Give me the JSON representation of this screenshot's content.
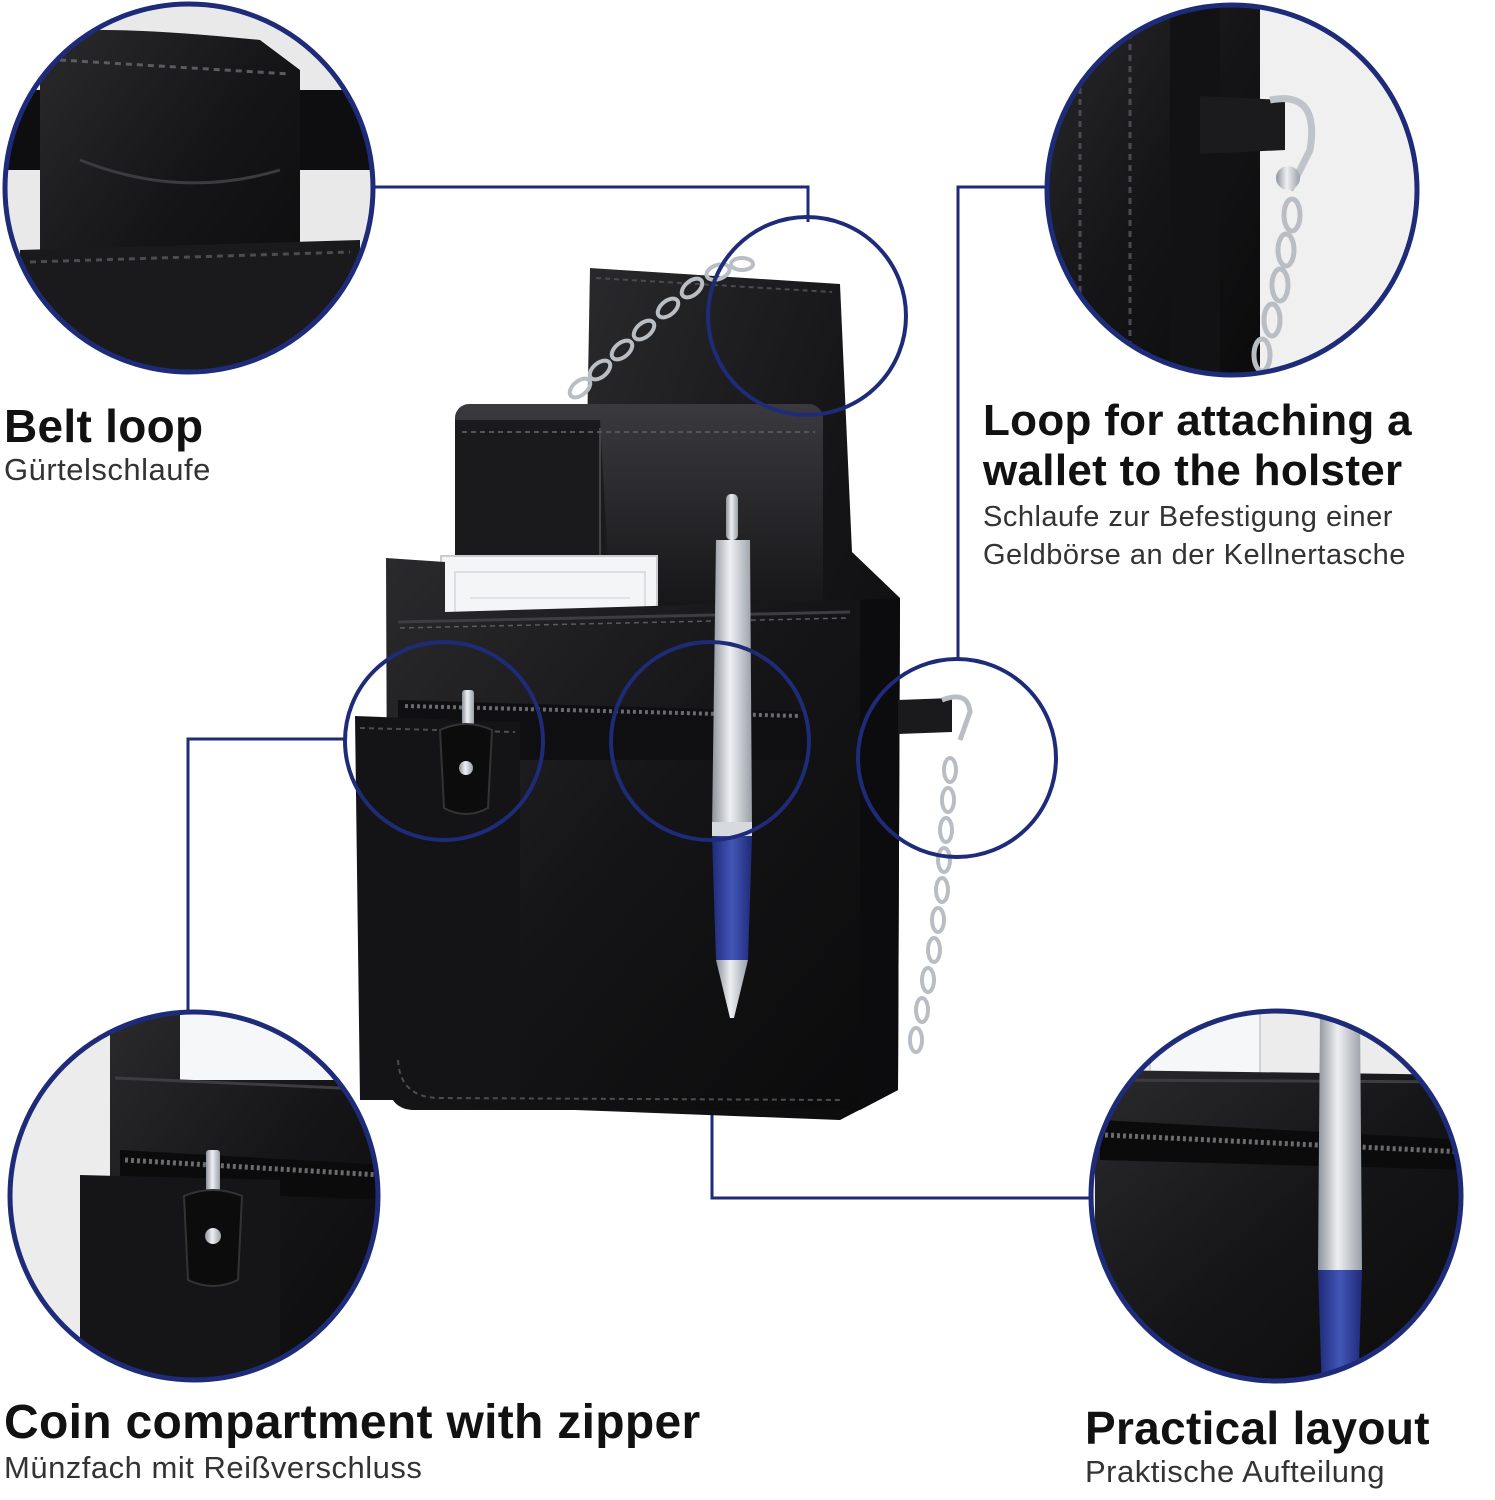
{
  "colors": {
    "accent": "#1e2b79",
    "leather": "#1b1b1d",
    "chrome": "#c8ccd2",
    "pen_grip": "#2f3d9a"
  },
  "features": [
    {
      "id": "belt_loop",
      "title": "Belt loop",
      "subtitle": "Gürtelschlaufe"
    },
    {
      "id": "wallet_loop",
      "title_line1": "Loop for attaching a",
      "title_line2": "wallet to the holster",
      "subtitle_line1": "Schlaufe zur Befestigung einer",
      "subtitle_line2": "Geldbörse an der Kellnertasche"
    },
    {
      "id": "coin_compartment",
      "title": "Coin compartment with zipper",
      "subtitle": "Münzfach mit Reißverschluss"
    },
    {
      "id": "practical_layout",
      "title": "Practical layout",
      "subtitle": "Praktische Aufteilung"
    }
  ]
}
